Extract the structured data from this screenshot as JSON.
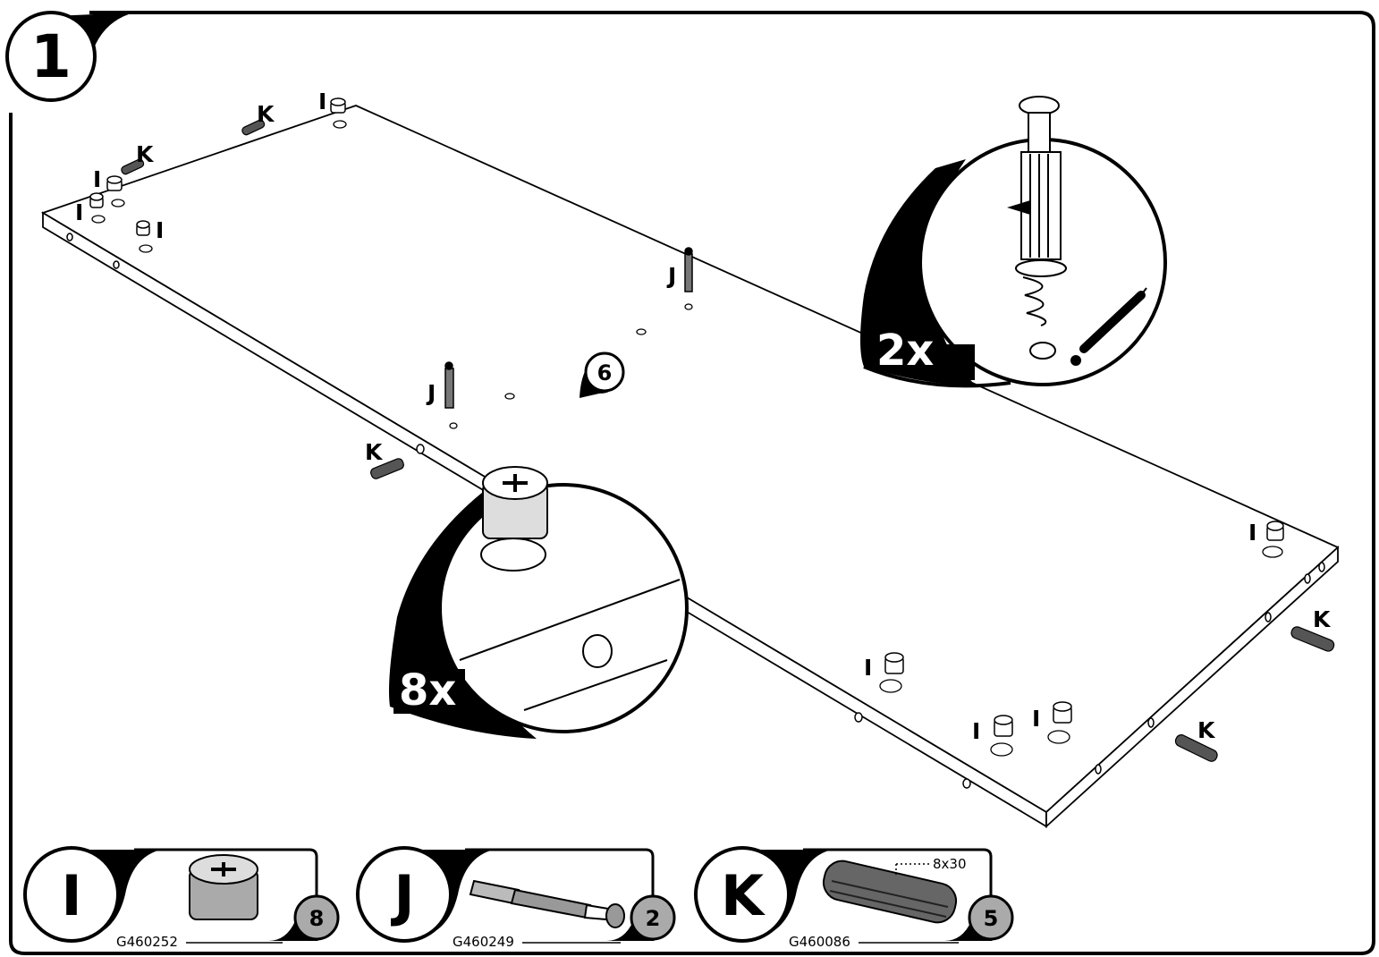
{
  "step": {
    "number": "1"
  },
  "board": {
    "reference_badge": "6"
  },
  "callout_2x": {
    "quantity": "2x"
  },
  "callout_8x": {
    "quantity": "8x"
  },
  "part_labels": {
    "cam_lock": "I",
    "bolt": "J",
    "dowel": "K"
  },
  "legend": [
    {
      "letter": "I",
      "code": "G460252",
      "count": "8"
    },
    {
      "letter": "J",
      "code": "G460249",
      "count": "2"
    },
    {
      "letter": "K",
      "code": "G460086",
      "count": "5",
      "dimension": "8x30"
    }
  ],
  "icons": [
    "cam-lock-icon",
    "bolt-icon",
    "dowel-icon",
    "screwdriver-icon",
    "rotation-arrow-icon"
  ]
}
